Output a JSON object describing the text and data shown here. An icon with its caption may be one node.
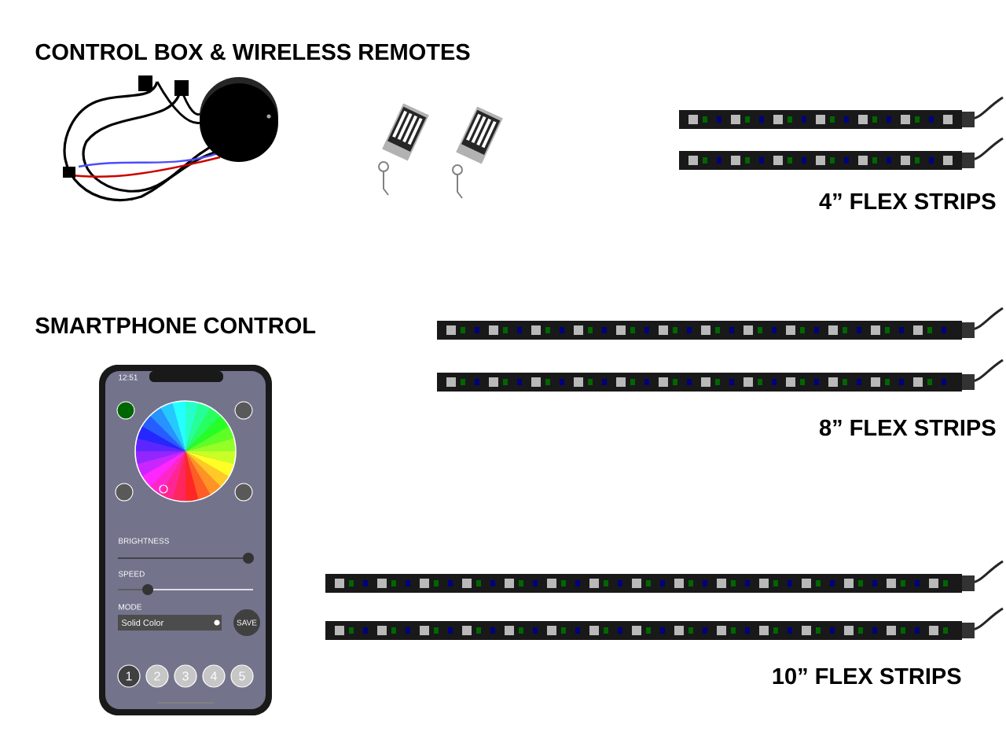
{
  "diagram": {
    "labels": [
      "CONTROL BOX & WIRELESS REMOTES",
      "4” FLEX STRIPS",
      "SMARTPHONE CONTROL",
      "12:51",
      "8” FLEX STRIPS",
      "BRIGHTNESS",
      "SPEED",
      "MODE",
      "Solid Color",
      "SAVE",
      "10” FLEX STRIPS",
      "1",
      "2",
      "3",
      "4",
      "5"
    ]
  }
}
